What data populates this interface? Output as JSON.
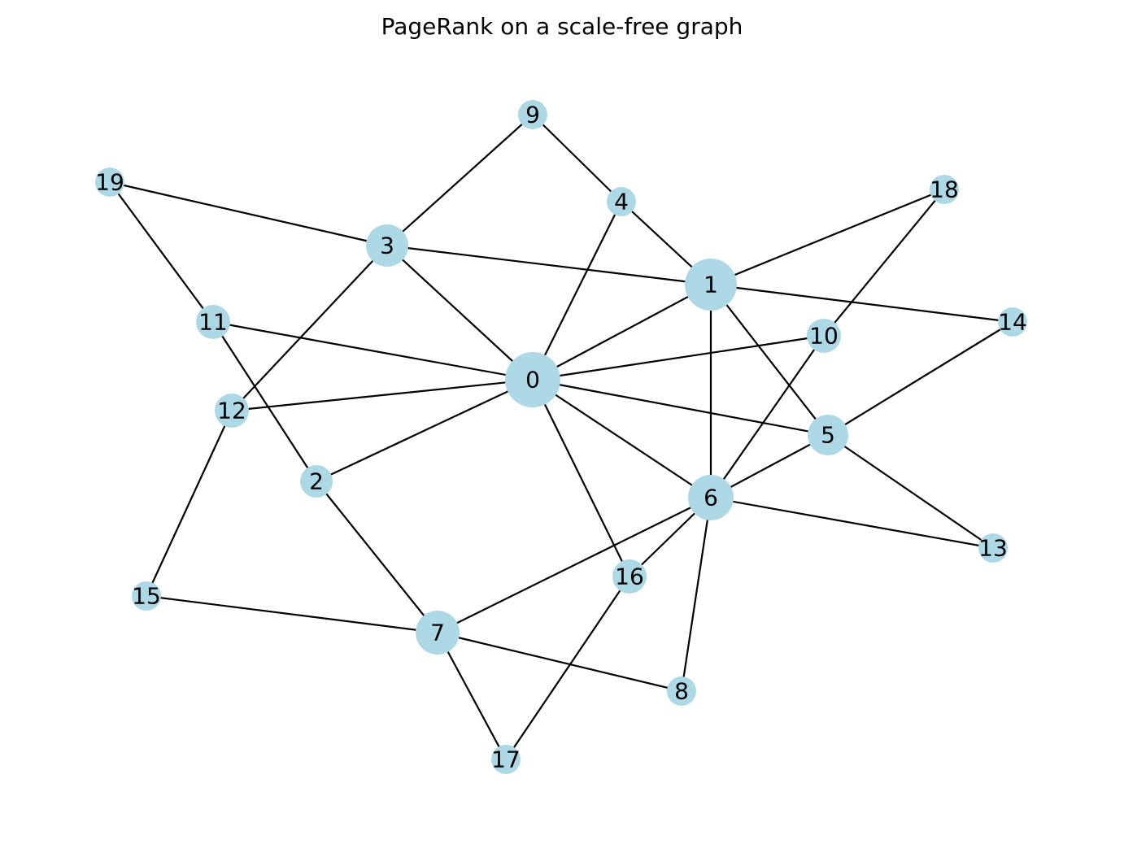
{
  "title": "PageRank on a scale-free graph",
  "colors": {
    "node_fill": "#add8e6",
    "edge": "#000000",
    "label": "#000000",
    "background": "#ffffff"
  },
  "nodes": [
    {
      "id": "0",
      "label": "0"
    },
    {
      "id": "1",
      "label": "1"
    },
    {
      "id": "2",
      "label": "2"
    },
    {
      "id": "3",
      "label": "3"
    },
    {
      "id": "4",
      "label": "4"
    },
    {
      "id": "5",
      "label": "5"
    },
    {
      "id": "6",
      "label": "6"
    },
    {
      "id": "7",
      "label": "7"
    },
    {
      "id": "8",
      "label": "8"
    },
    {
      "id": "9",
      "label": "9"
    },
    {
      "id": "10",
      "label": "10"
    },
    {
      "id": "11",
      "label": "11"
    },
    {
      "id": "12",
      "label": "12"
    },
    {
      "id": "13",
      "label": "13"
    },
    {
      "id": "14",
      "label": "14"
    },
    {
      "id": "15",
      "label": "15"
    },
    {
      "id": "16",
      "label": "16"
    },
    {
      "id": "17",
      "label": "17"
    },
    {
      "id": "18",
      "label": "18"
    },
    {
      "id": "19",
      "label": "19"
    }
  ],
  "edges": [
    [
      "0",
      "1"
    ],
    [
      "0",
      "2"
    ],
    [
      "0",
      "3"
    ],
    [
      "0",
      "4"
    ],
    [
      "0",
      "5"
    ],
    [
      "0",
      "6"
    ],
    [
      "0",
      "10"
    ],
    [
      "0",
      "11"
    ],
    [
      "0",
      "12"
    ],
    [
      "0",
      "16"
    ],
    [
      "1",
      "3"
    ],
    [
      "1",
      "4"
    ],
    [
      "1",
      "5"
    ],
    [
      "1",
      "6"
    ],
    [
      "1",
      "14"
    ],
    [
      "1",
      "18"
    ],
    [
      "2",
      "7"
    ],
    [
      "2",
      "11"
    ],
    [
      "3",
      "9"
    ],
    [
      "3",
      "12"
    ],
    [
      "3",
      "19"
    ],
    [
      "4",
      "9"
    ],
    [
      "5",
      "6"
    ],
    [
      "5",
      "13"
    ],
    [
      "5",
      "14"
    ],
    [
      "6",
      "7"
    ],
    [
      "6",
      "8"
    ],
    [
      "6",
      "10"
    ],
    [
      "6",
      "13"
    ],
    [
      "6",
      "16"
    ],
    [
      "7",
      "8"
    ],
    [
      "7",
      "15"
    ],
    [
      "7",
      "17"
    ],
    [
      "10",
      "18"
    ],
    [
      "11",
      "19"
    ],
    [
      "12",
      "15"
    ],
    [
      "16",
      "17"
    ]
  ]
}
